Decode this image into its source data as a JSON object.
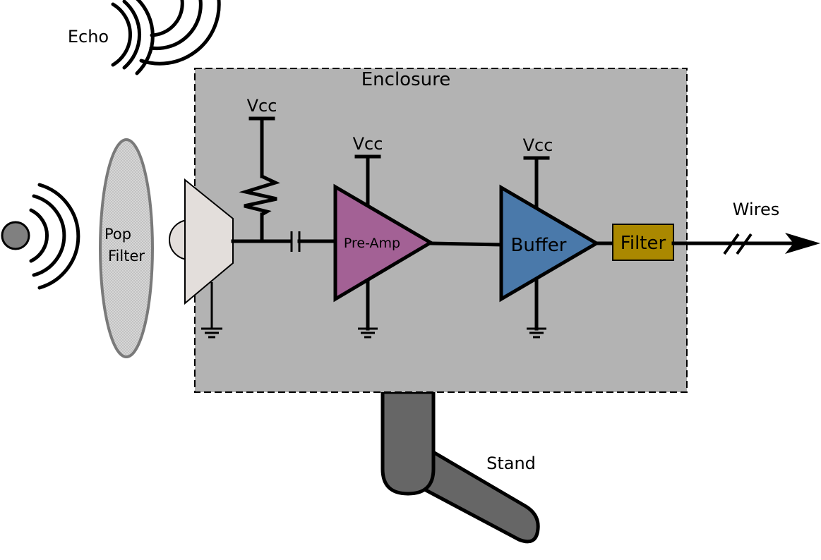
{
  "labels": {
    "echo": "Echo",
    "enclosure": "Enclosure",
    "vcc_resistor": "Vcc",
    "vcc_preamp": "Vcc",
    "vcc_buffer": "Vcc",
    "pop_filter_line1": "Pop",
    "pop_filter_line2": "Filter",
    "preamp": "Pre-Amp",
    "buffer": "Buffer",
    "filter": "Filter",
    "wires": "Wires",
    "stand": "Stand"
  },
  "colors": {
    "enclosure_fill": "#b3b3b3",
    "preamp_fill": "#a36195",
    "buffer_fill": "#4a79aa",
    "filter_fill": "#aa8800",
    "pop_filter_fill": "#d9d9d9",
    "mic_fill": "#e3dedb",
    "stand_fill": "#666666",
    "source_fill": "#808080"
  }
}
